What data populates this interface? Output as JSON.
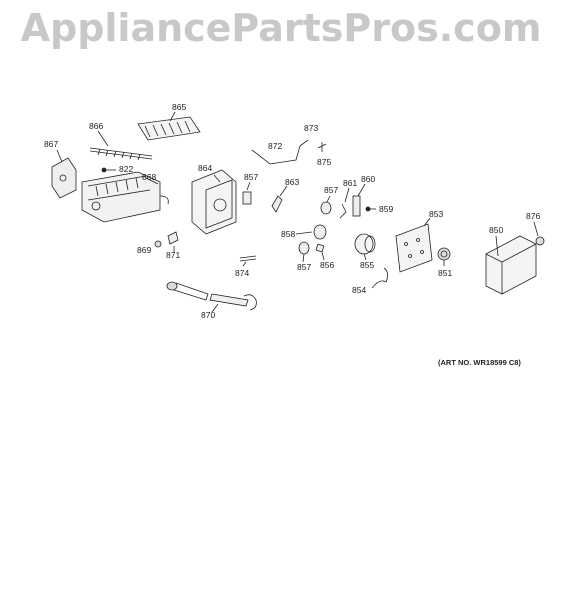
{
  "watermark": "AppliancePartsPros.com",
  "art_number": "(ART NO. WR18599 C8)",
  "parts": [
    {
      "id": "p865",
      "label": "865"
    },
    {
      "id": "p866",
      "label": "866"
    },
    {
      "id": "p867",
      "label": "867"
    },
    {
      "id": "p822",
      "label": "822"
    },
    {
      "id": "p868",
      "label": "868"
    },
    {
      "id": "p864",
      "label": "864"
    },
    {
      "id": "p872",
      "label": "872"
    },
    {
      "id": "p873",
      "label": "873"
    },
    {
      "id": "p875",
      "label": "875"
    },
    {
      "id": "p857a",
      "label": "857"
    },
    {
      "id": "p863",
      "label": "863"
    },
    {
      "id": "p857b",
      "label": "857"
    },
    {
      "id": "p861",
      "label": "861"
    },
    {
      "id": "p860",
      "label": "860"
    },
    {
      "id": "p859",
      "label": "859"
    },
    {
      "id": "p853",
      "label": "853"
    },
    {
      "id": "p876",
      "label": "876"
    },
    {
      "id": "p850",
      "label": "850"
    },
    {
      "id": "p869",
      "label": "869"
    },
    {
      "id": "p871",
      "label": "871"
    },
    {
      "id": "p858",
      "label": "858"
    },
    {
      "id": "p874",
      "label": "874"
    },
    {
      "id": "p857c",
      "label": "857"
    },
    {
      "id": "p856",
      "label": "856"
    },
    {
      "id": "p855",
      "label": "855"
    },
    {
      "id": "p851",
      "label": "851"
    },
    {
      "id": "p854",
      "label": "854"
    },
    {
      "id": "p870",
      "label": "870"
    }
  ]
}
